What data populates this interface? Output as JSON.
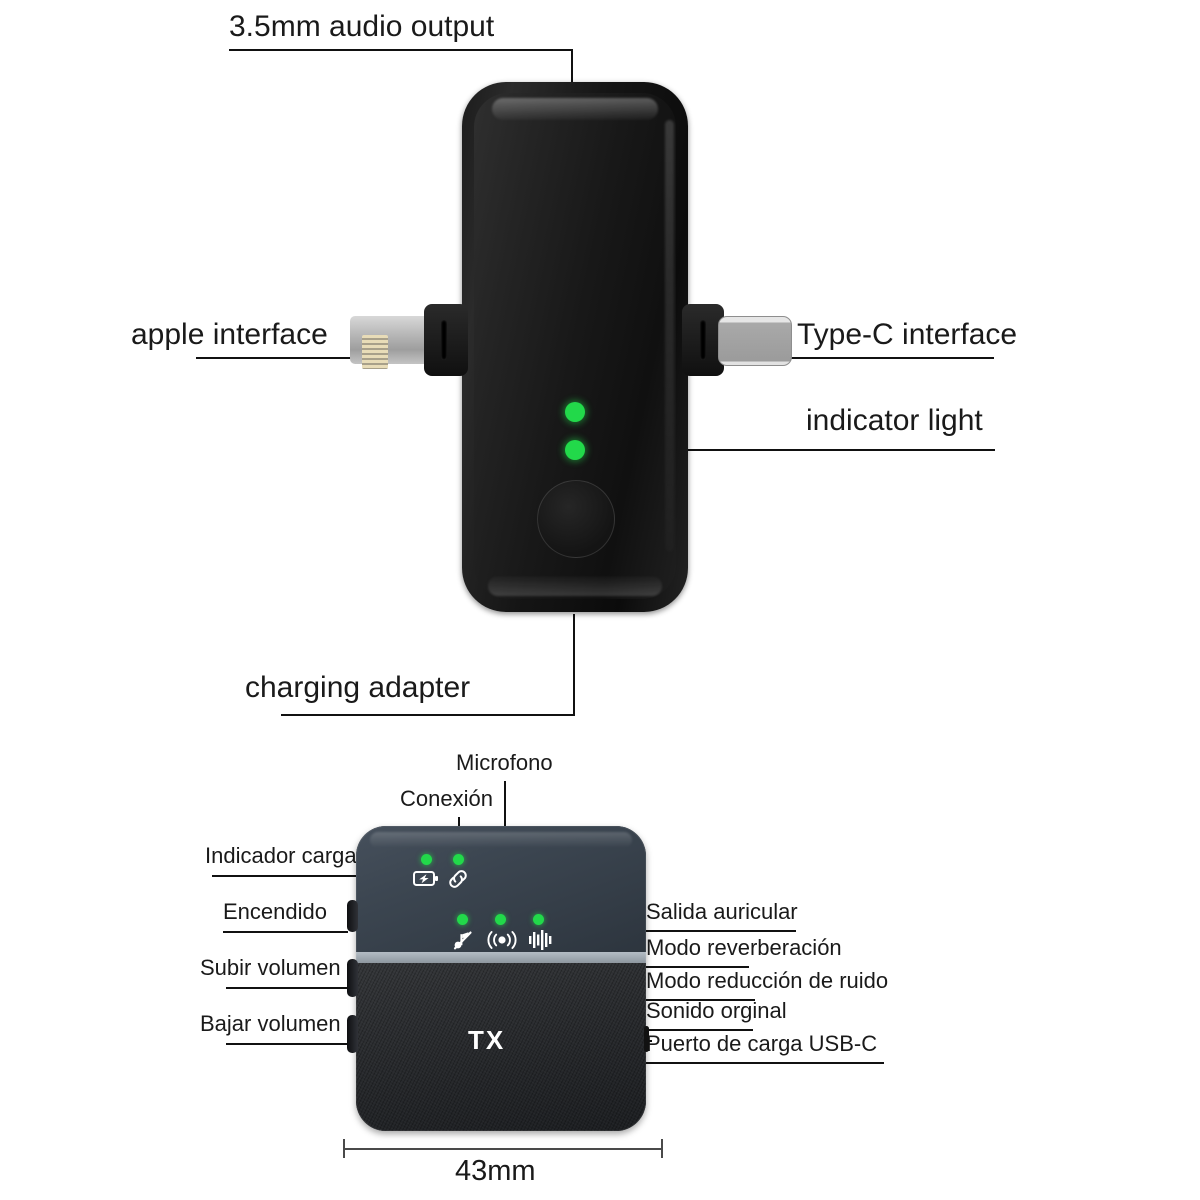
{
  "title": "Wireless microphone adapter product diagram",
  "colors": {
    "led_green": "#22d94a",
    "device_black": "#141414",
    "tx_top_panel": "#3c4651",
    "tx_strip": "#9aa5ad",
    "leader_line": "#111111",
    "dimension_line": "#4a4a4a"
  },
  "top_diagram": {
    "labels": {
      "audio_output": "3.5mm audio output",
      "apple_interface": "apple interface",
      "type_c_interface": "Type-C interface",
      "indicator_light": "indicator light",
      "charging_adapter": "charging adapter"
    },
    "leds": [
      {
        "name": "upper-indicator-led",
        "state": "on"
      },
      {
        "name": "lower-indicator-led",
        "state": "on"
      }
    ],
    "button": {
      "name": "multifunction-button"
    }
  },
  "bottom_diagram": {
    "device_text": "TX",
    "labels_top": {
      "microfono": "Microfono",
      "conexion": "Conexión"
    },
    "labels_left": [
      {
        "text": "Indicador carga",
        "icon": "battery-charging-icon"
      },
      {
        "text": "Encendido",
        "icon": "power-button"
      },
      {
        "text": "Subir volumen",
        "icon": "volume-up-button"
      },
      {
        "text": "Bajar volumen",
        "icon": "volume-down-button"
      }
    ],
    "labels_right": [
      {
        "text": "Salida auricular",
        "icon": "headphone-jack"
      },
      {
        "text": "Modo reverberación",
        "icon": "audio-bars-icon"
      },
      {
        "text": "Modo reducción de ruido",
        "icon": "broadcast-icon"
      },
      {
        "text": "Sonido orginal",
        "icon": "muted-note-icon"
      },
      {
        "text": "Puerto de carga USB-C",
        "icon": "usb-c-port"
      }
    ],
    "status_leds": [
      {
        "name": "charge-led",
        "icon": "battery-charging-icon",
        "state": "on"
      },
      {
        "name": "connection-led",
        "icon": "link-icon",
        "state": "on"
      },
      {
        "name": "original-sound-led",
        "icon": "muted-note-icon",
        "state": "on"
      },
      {
        "name": "noise-reduction-led",
        "icon": "broadcast-icon",
        "state": "on"
      },
      {
        "name": "reverb-led",
        "icon": "audio-bars-icon",
        "state": "on"
      }
    ],
    "dimension": {
      "value": "43mm",
      "axis": "width"
    }
  }
}
